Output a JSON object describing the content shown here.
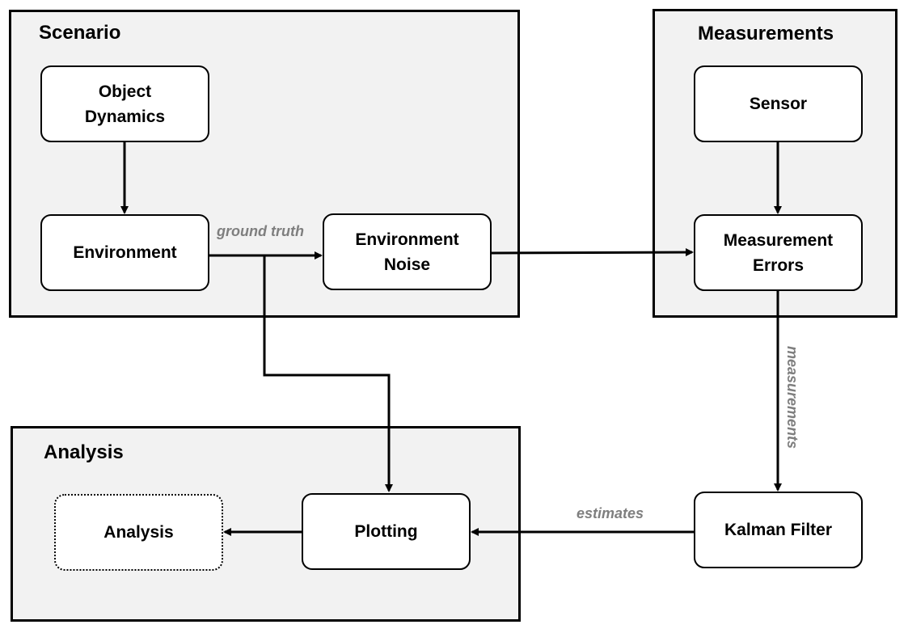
{
  "groups": {
    "scenario": "Scenario",
    "measurements": "Measurements",
    "analysis": "Analysis"
  },
  "nodes": {
    "object_dynamics": [
      "Object",
      "Dynamics"
    ],
    "environment": [
      "Environment"
    ],
    "environment_noise": [
      "Environment",
      "Noise"
    ],
    "sensor": [
      "Sensor"
    ],
    "measurement_errors": [
      "Measurement",
      "Errors"
    ],
    "kalman_filter": [
      "Kalman Filter"
    ],
    "plotting": [
      "Plotting"
    ],
    "analysis": [
      "Analysis"
    ]
  },
  "edge_labels": {
    "ground_truth": "ground truth",
    "measurements": "measurements",
    "estimates": "estimates"
  },
  "colors": {
    "group_fill": "#f2f2f2",
    "border": "#000000",
    "label_gray": "#7f7f7f"
  }
}
